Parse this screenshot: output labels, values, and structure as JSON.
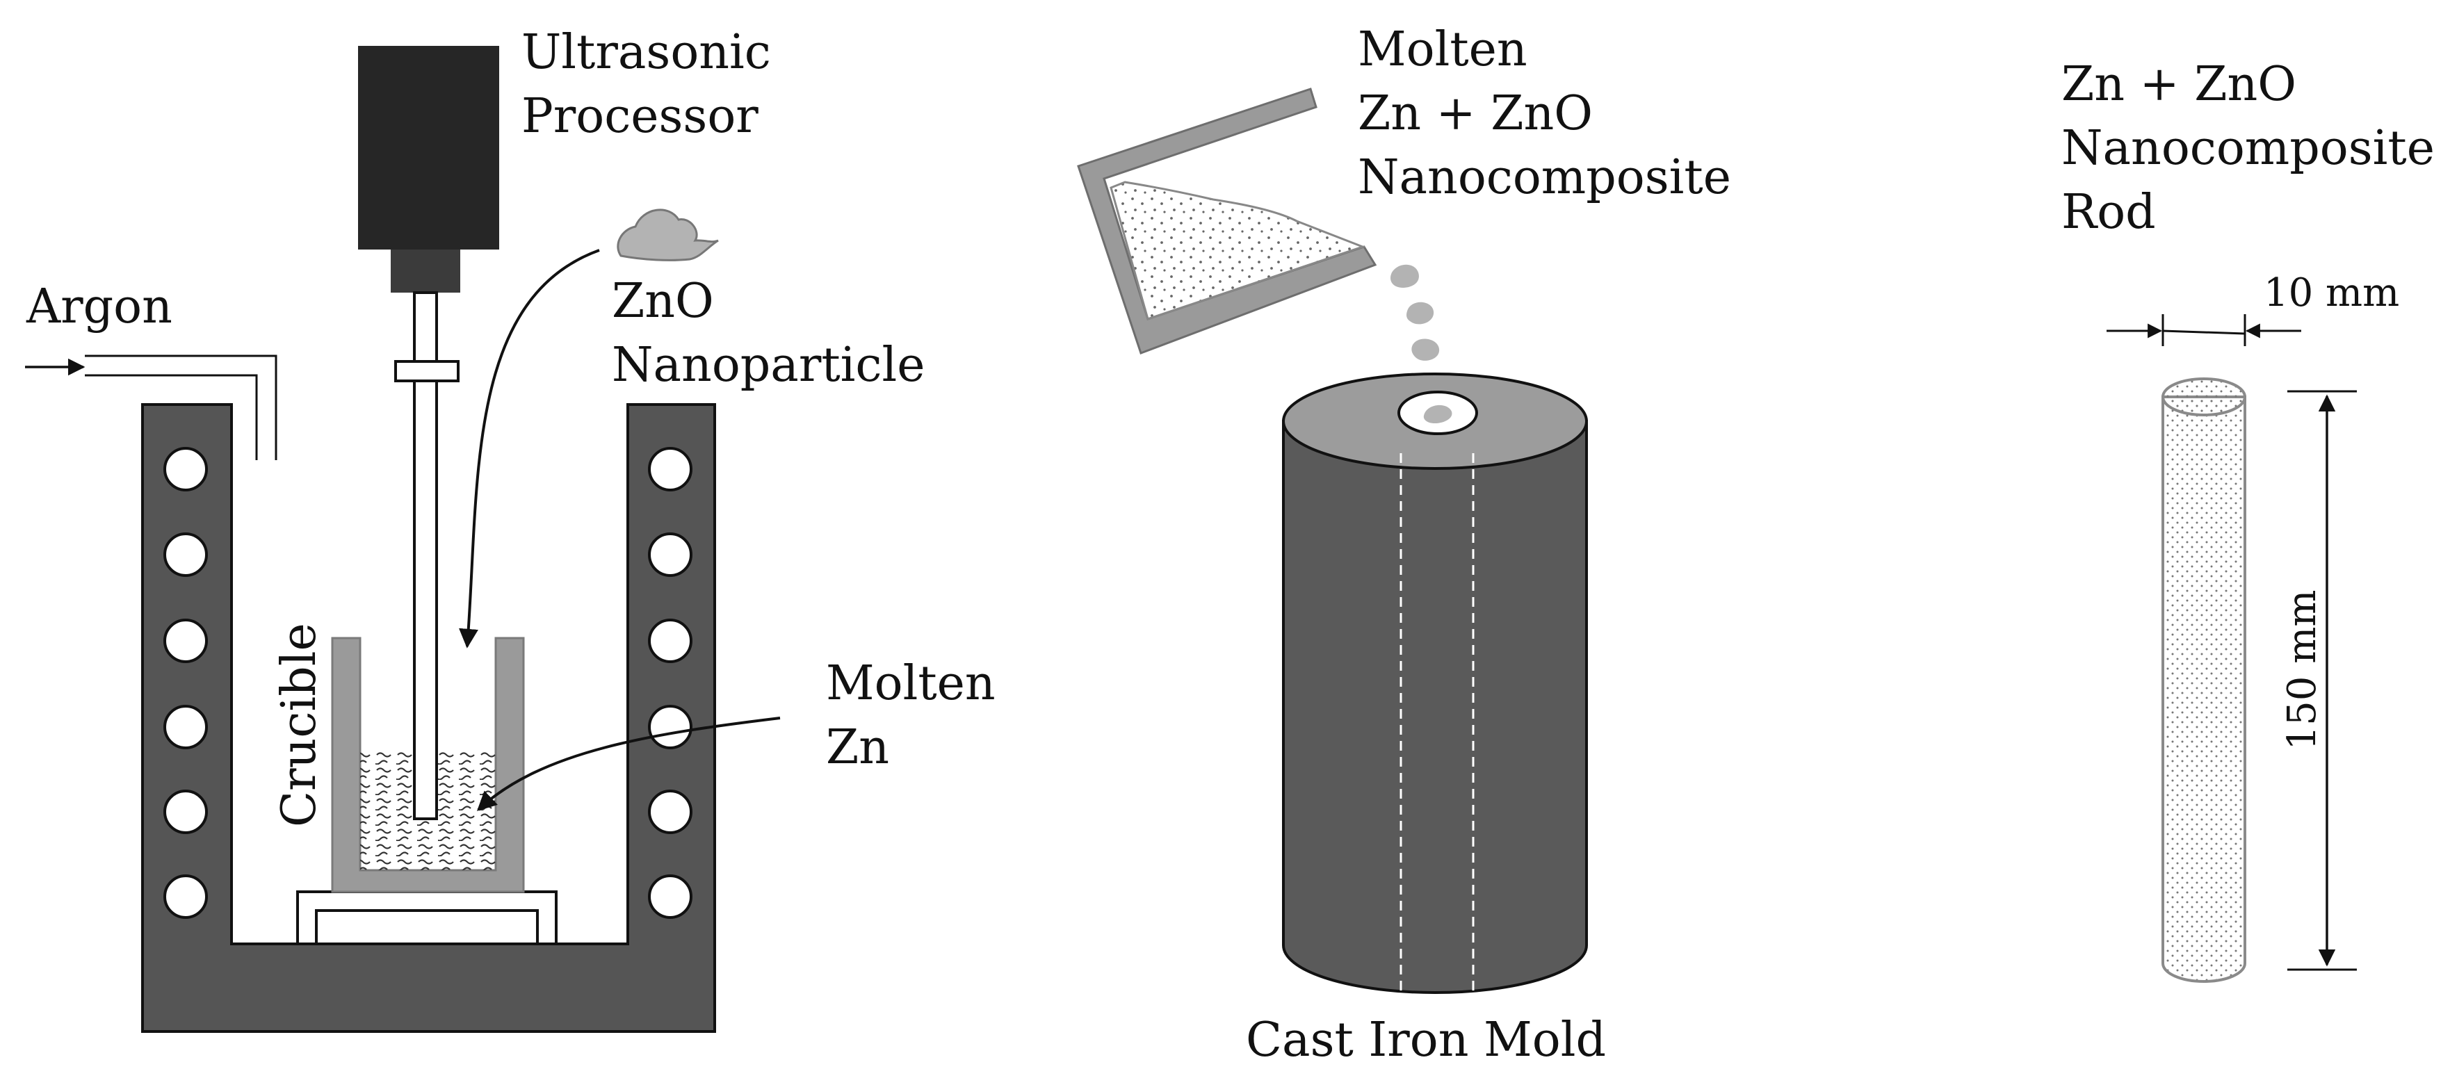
{
  "labels": {
    "ultrasonic": [
      "Ultrasonic",
      "Processor"
    ],
    "argon": "Argon",
    "zno": [
      "ZnO",
      "Nanoparticle"
    ],
    "crucible": "Crucible",
    "molten_zn": [
      "Molten",
      "Zn"
    ],
    "molten_composite": [
      "Molten",
      "Zn + ZnO",
      "Nanocomposite"
    ],
    "cast_iron_mold": "Cast Iron Mold",
    "rod_title": [
      "Zn + ZnO",
      "Nanocomposite",
      "Rod"
    ],
    "rod_diameter": "10 mm",
    "rod_length": "150 mm"
  },
  "colors": {
    "furnace": "#555555",
    "processor": "#262626",
    "crucible": "#9a9a9a",
    "mold_body": "#5a5a5a",
    "mold_top": "#9c9c9c",
    "particle": "#b3b3b3",
    "line": "#111111"
  }
}
